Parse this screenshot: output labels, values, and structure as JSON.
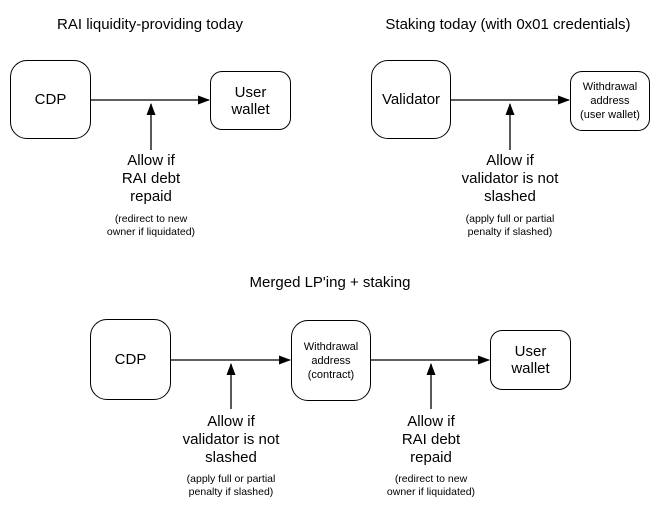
{
  "colors": {
    "background": "#ffffff",
    "stroke": "#000000",
    "text": "#000000"
  },
  "sections": {
    "lp_today": {
      "title": "RAI liquidity-providing today",
      "cdp_label": "CDP",
      "user_wallet_label": "User\nwallet",
      "condition_label": "Allow if\nRAI debt\nrepaid",
      "condition_note": "(redirect to new\nowner if liquidated)"
    },
    "staking_today": {
      "title": "Staking today (with 0x01 credentials)",
      "validator_label": "Validator",
      "withdrawal_label": "Withdrawal\naddress\n(user wallet)",
      "condition_label": "Allow if\nvalidator is not\nslashed",
      "condition_note": "(apply full or partial\npenalty if slashed)"
    },
    "merged": {
      "title": "Merged LP'ing + staking",
      "cdp_label": "CDP",
      "withdrawal_label": "Withdrawal\naddress\n(contract)",
      "user_wallet_label": "User\nwallet",
      "condition1_label": "Allow if\nvalidator is not\nslashed",
      "condition1_note": "(apply full or partial\npenalty if slashed)",
      "condition2_label": "Allow if\nRAI debt\nrepaid",
      "condition2_note": "(redirect to new\nowner if liquidated)"
    }
  }
}
